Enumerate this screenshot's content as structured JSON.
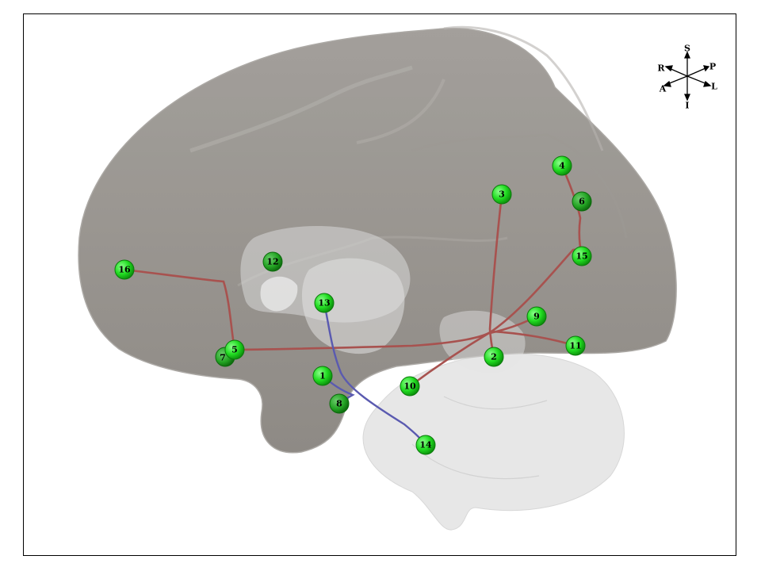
{
  "orientation": {
    "superior": "S",
    "inferior": "I",
    "anterior": "A",
    "posterior": "P",
    "right": "R",
    "left": "L"
  },
  "colors": {
    "brain_surface": "#8f8b86",
    "subcortical": "#e0e0e0",
    "edge_red": "#a8524f",
    "edge_blue": "#5a5ab0",
    "node_fill": "#22dd22",
    "node_stroke": "#0c7a0c"
  },
  "nodes": {
    "n1": "1",
    "n2": "2",
    "n3": "3",
    "n4": "4",
    "n5": "5",
    "n6": "6",
    "n7": "7",
    "n8": "8",
    "n9": "9",
    "n10": "10",
    "n11": "11",
    "n12": "12",
    "n13": "13",
    "n14": "14",
    "n15": "15",
    "n16": "16"
  }
}
